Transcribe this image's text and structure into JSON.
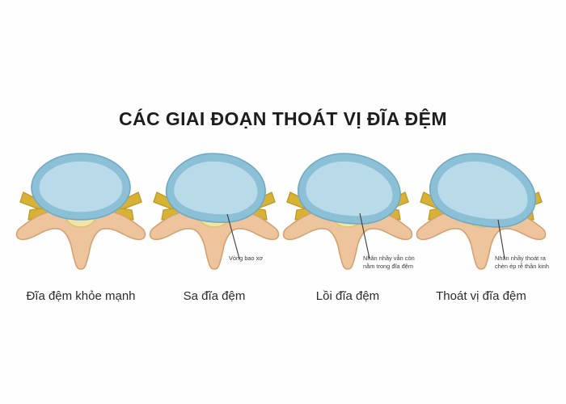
{
  "figure": {
    "title": "CÁC GIAI ĐOẠN THOÁT VỊ ĐĨA ĐỆM",
    "background_color": "#fefefe",
    "title_color": "#1d1d1d"
  },
  "colors": {
    "annulus": "#8cc0d6",
    "annulus_outline": "#6fa9c2",
    "nucleus": "#b9dbe9",
    "bone": "#edc49b",
    "bone_outline": "#d3a273",
    "nerve": "#d8b234",
    "nerve_outline": "#bf9a26",
    "cord": "#f1e4a4",
    "cord_outline": "#d9c471",
    "pointer": "#3a3a3a"
  },
  "panels": [
    {
      "id": "healthy-disc",
      "stage": 1,
      "label": "Đĩa đệm khỏe mạnh",
      "annotation": "",
      "has_pointer": false,
      "bulge": "none"
    },
    {
      "id": "disc-prolapse",
      "stage": 2,
      "label": "Sa đĩa đệm",
      "annotation": "Vòng bao xơ",
      "has_pointer": true,
      "bulge": "mild"
    },
    {
      "id": "disc-protrusion",
      "stage": 3,
      "label": "Lồi đĩa đệm",
      "annotation": "Nhân nhầy vẫn còn\nnằm trong đĩa đệm",
      "has_pointer": true,
      "bulge": "moderate"
    },
    {
      "id": "disc-herniation",
      "stage": 4,
      "label": "Thoát vị đĩa đệm",
      "annotation": "Nhân nhầy thoát ra\nchèn ép rễ thần kinh",
      "has_pointer": true,
      "bulge": "severe"
    }
  ]
}
